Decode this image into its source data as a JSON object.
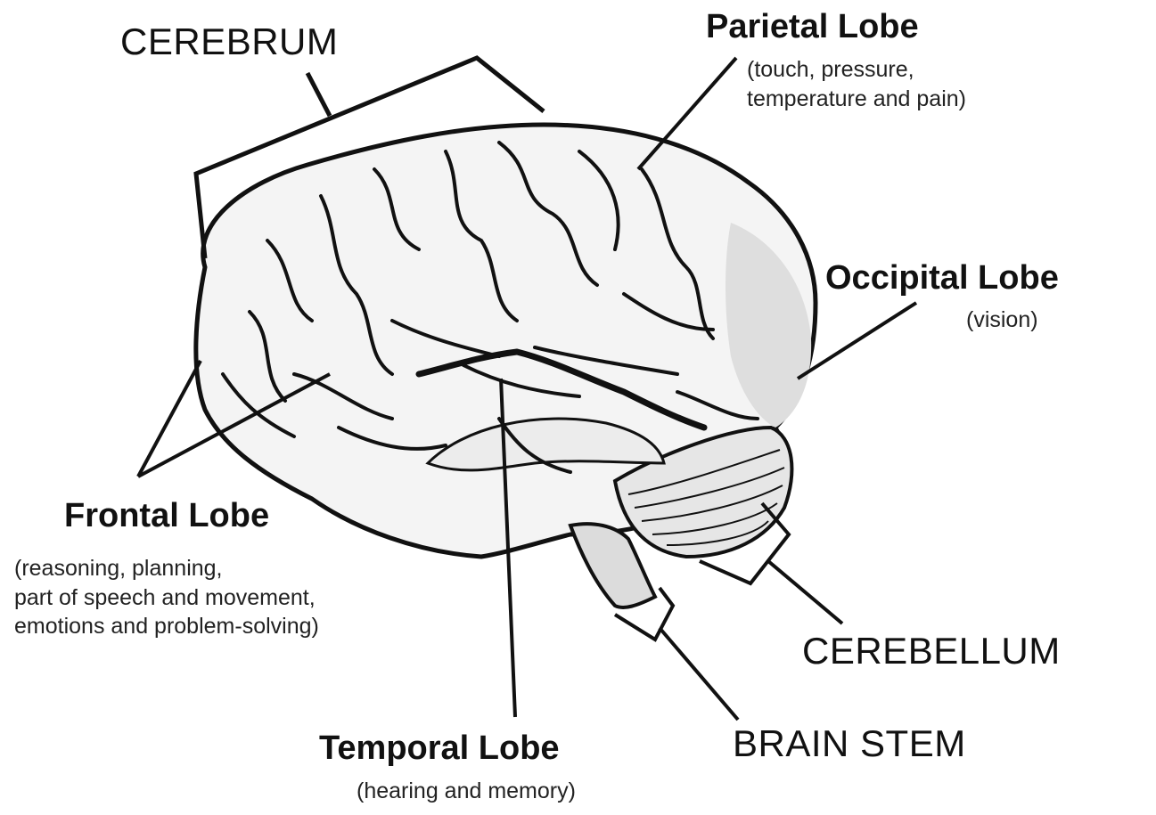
{
  "labels": {
    "cerebrum": "CEREBRUM",
    "parietal": {
      "title": "Parietal Lobe",
      "desc": [
        "(touch, pressure,",
        "temperature and pain)"
      ]
    },
    "occipital": {
      "title": "Occipital Lobe",
      "desc": [
        "(vision)"
      ]
    },
    "frontal": {
      "title": "Frontal Lobe",
      "desc": [
        "(reasoning, planning,",
        "part of speech and movement,",
        "emotions and problem-solving)"
      ]
    },
    "temporal": {
      "title": "Temporal Lobe",
      "desc": [
        "(hearing and memory)"
      ]
    },
    "cerebellum": "CEREBELLUM",
    "brain_stem": "BRAIN STEM"
  },
  "colors": {
    "ink": "#111111",
    "brain_fill": "#f4f4f4",
    "brain_shade": "#d9d9d9",
    "background": "#ffffff"
  }
}
